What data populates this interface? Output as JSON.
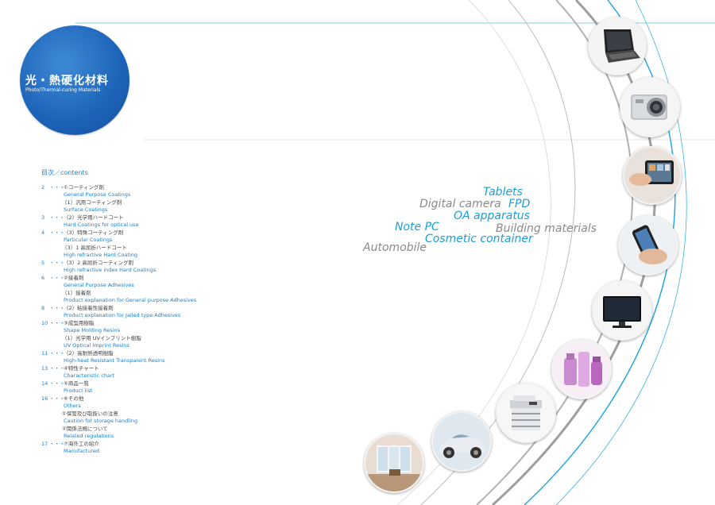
{
  "badge": {
    "title": "光・熱硬化材料",
    "subtitle": "Photo/Thermal-curing Materials"
  },
  "toc_heading": "目次／contents",
  "toc": [
    {
      "page": "2",
      "lead": "・・・",
      "jp": "①コーティング剤",
      "en": "General Purpose Coatings"
    },
    {
      "page": "",
      "lead": "",
      "jp": "（1）汎用コーティング剤",
      "en": "Surface Coatings",
      "indent": true
    },
    {
      "page": "3",
      "lead": "・・・",
      "jp": "（2）光学用ハードコート",
      "en": "Hard Coatings for optical use"
    },
    {
      "page": "4",
      "lead": "・・・",
      "jp": "（3）特殊コーティング剤",
      "en": "Particular Coatings"
    },
    {
      "page": "",
      "lead": "",
      "jp": "（3）1 高屈折ハードコート",
      "en": "High refractive Hard Coating",
      "indent": true
    },
    {
      "page": "5",
      "lead": "・・・",
      "jp": "（3）2 高屈折コーティング剤",
      "en": "High refractive index Hard Coatings"
    },
    {
      "page": "6",
      "lead": "・・・",
      "jp": "②接着剤",
      "en": "General Purpose Adhesives"
    },
    {
      "page": "",
      "lead": "",
      "jp": "（1）接着剤",
      "en": "Product explanation for General purpose Adhesives",
      "indent": true
    },
    {
      "page": "8",
      "lead": "・・・",
      "jp": "（2）粘接着性接着剤",
      "en": "Product explanation for Jailed type Adhesives"
    },
    {
      "page": "10",
      "lead": "・・・",
      "jp": "③成型用樹脂",
      "en": "Shape Molding Resins"
    },
    {
      "page": "",
      "lead": "",
      "jp": "（1）光学用 UVインプリント樹脂",
      "en": "UV Optical Imprint Resins",
      "indent": true
    },
    {
      "page": "11",
      "lead": "・・・",
      "jp": "（2）高耐熱透明樹脂",
      "en": "High-heat Resistant Transparent Resins"
    },
    {
      "page": "13",
      "lead": "・・・",
      "jp": "④特性チャート",
      "en": "Characteristic chart"
    },
    {
      "page": "14",
      "lead": "・・・",
      "jp": "⑤商品一覧",
      "en": "Product list"
    },
    {
      "page": "16",
      "lead": "・・・",
      "jp": "⑥その他",
      "en": "Others"
    },
    {
      "page": "",
      "lead": "",
      "jp": "①保管及び取扱いの注意",
      "en": "Caution for storage handling",
      "indent": true
    },
    {
      "page": "",
      "lead": "",
      "jp": "②関係法規について",
      "en": "Related regulations",
      "indent": true
    },
    {
      "page": "17",
      "lead": "・・・",
      "jp": "⑦海外工の紹介",
      "en": "Manufactured"
    }
  ],
  "keywords": [
    {
      "text": "Tablets",
      "tone": "blue"
    },
    {
      "text": "Digital camera",
      "tone": "gray"
    },
    {
      "text": "FPD",
      "tone": "blue"
    },
    {
      "text": "OA apparatus",
      "tone": "blue"
    },
    {
      "text": "Note PC",
      "tone": "blue"
    },
    {
      "text": "Building materials",
      "tone": "gray"
    },
    {
      "text": "Cosmetic container",
      "tone": "blue"
    },
    {
      "text": "Automobile",
      "tone": "gray"
    }
  ],
  "colors": {
    "accent_blue": "#1a9fd8",
    "badge_blue": "#1c63b8",
    "gray_text": "#8a8a8a"
  },
  "photos": [
    "laptop",
    "digital-camera",
    "tablet",
    "smartphone",
    "flat-panel-display",
    "cosmetic-container",
    "copier",
    "automobile",
    "building-interior"
  ]
}
